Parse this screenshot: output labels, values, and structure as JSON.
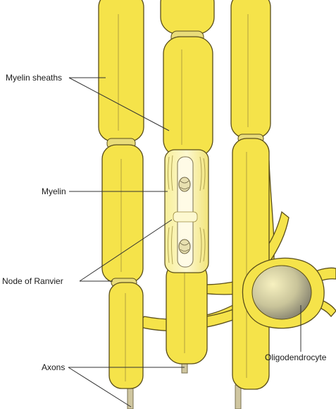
{
  "labels": {
    "myelin_sheaths": "Myelin sheaths",
    "myelin": "Myelin",
    "node_of_ranvier": "Node of Ranvier",
    "axons": "Axons",
    "oligodendrocyte": "Oligodendrocyte"
  },
  "colors": {
    "sheath": "#f5e34a",
    "outline": "#5a4e1a",
    "axon": "#cfc6a0",
    "cell_body": "#f3e04a",
    "nucleus": "#8a8a7a"
  }
}
